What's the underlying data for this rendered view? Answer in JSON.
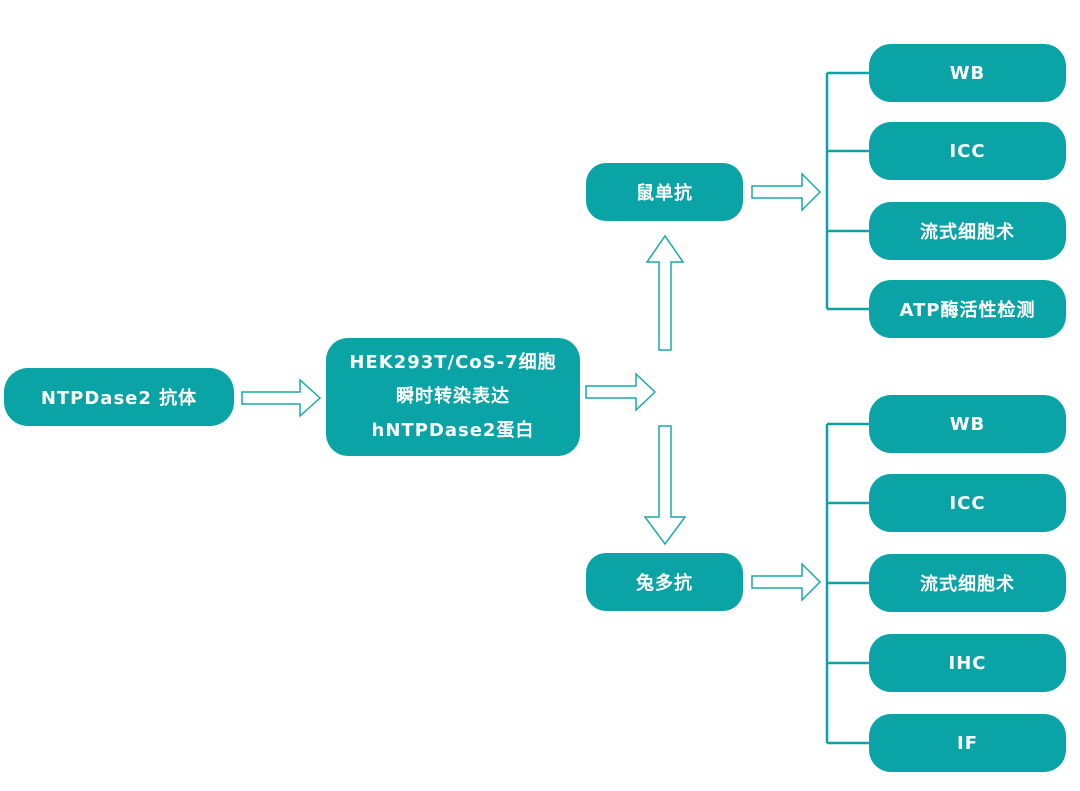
{
  "colors": {
    "teal": "#0aa3a6",
    "arrow_outline": "#1aa9ac",
    "background": "#ffffff"
  },
  "nodes": {
    "antibody": "NTPDase2 抗体",
    "expression": [
      "HEK293T/CoS-7细胞",
      "瞬时转染表达",
      "hNTPDase2蛋白"
    ],
    "mouse_mono": "鼠单抗",
    "rabbit_poly": "兔多抗"
  },
  "mouse_apps": [
    "WB",
    "ICC",
    "流式细胞术",
    "ATP酶活性检测"
  ],
  "rabbit_apps": [
    "WB",
    "ICC",
    "流式细胞术",
    "IHC",
    "IF"
  ]
}
